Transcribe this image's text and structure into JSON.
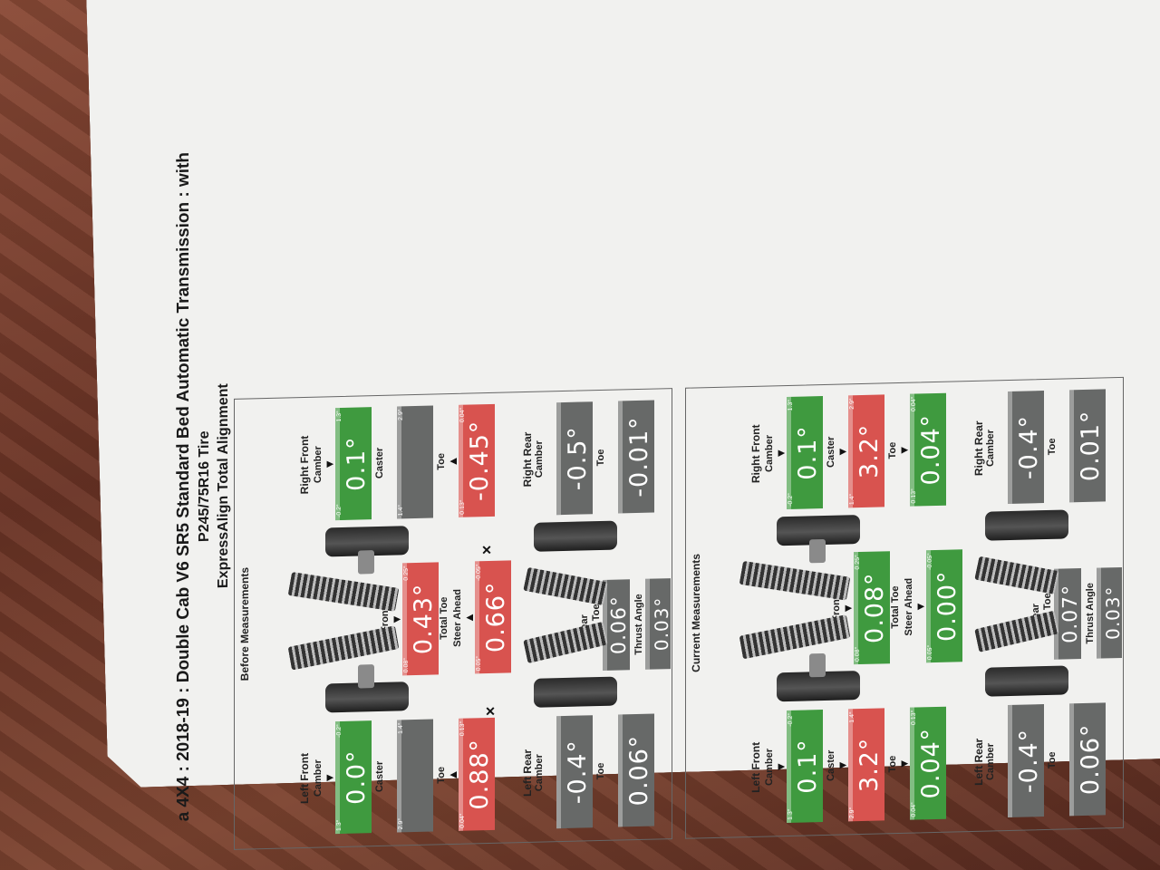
{
  "header": {
    "title": "a 4X4 : 2018-19 : Double Cab V6 SR5 Standard Bed Automatic Transmission : with",
    "tire": "P245/75R16 Tire",
    "subtitle": "ExpressAlign Total Alignment"
  },
  "labels": {
    "camber": "Camber",
    "caster": "Caster",
    "toe": "Toe",
    "total_toe": "Total Toe",
    "steer_ahead": "Steer Ahead",
    "thrust_angle": "Thrust Angle",
    "front": "Front",
    "rear": "Rear",
    "x_mark": "×"
  },
  "before": {
    "title": "Before Measurements",
    "left_front": {
      "title": "Left Front",
      "camber": {
        "value": "0.0°",
        "lo": "1.3°",
        "hi": "-0.2°"
      },
      "caster": {
        "value": "",
        "lo": "2.9°",
        "hi": "1.4°"
      },
      "toe": {
        "value": "0.88°",
        "lo": "0.04°",
        "hi": "0.13°"
      }
    },
    "right_front": {
      "title": "Right Front",
      "camber": {
        "value": "0.1°",
        "lo": "-0.2°",
        "hi": "1.3°"
      },
      "caster": {
        "value": "",
        "lo": "1.4°",
        "hi": "2.9°"
      },
      "toe": {
        "value": "-0.45°",
        "lo": "0.13°",
        "hi": "0.04°"
      }
    },
    "left_rear": {
      "title": "Left Rear",
      "camber": {
        "value": "-0.4°"
      },
      "toe": {
        "value": "0.06°"
      }
    },
    "right_rear": {
      "title": "Right Rear",
      "camber": {
        "value": "-0.5°"
      },
      "toe": {
        "value": "-0.01°"
      }
    },
    "front_total_toe": {
      "value": "0.43°",
      "lo": "0.08°",
      "hi": "0.25°"
    },
    "steer_ahead": {
      "value": "0.66°",
      "lo": "0.05°",
      "hi": "-0.05°"
    },
    "rear_total_toe": {
      "value": "0.06°"
    },
    "thrust_angle": {
      "value": "0.03°"
    }
  },
  "current": {
    "title": "Current Measurements",
    "left_front": {
      "title": "Left Front",
      "camber": {
        "value": "0.1°",
        "lo": "1.3°",
        "hi": "-0.2°"
      },
      "caster": {
        "value": "3.2°",
        "lo": "2.9°",
        "hi": "1.4°"
      },
      "toe": {
        "value": "0.04°",
        "lo": "0.04°",
        "hi": "0.13°"
      }
    },
    "right_front": {
      "title": "Right Front",
      "camber": {
        "value": "0.1°",
        "lo": "-0.2°",
        "hi": "1.3°"
      },
      "caster": {
        "value": "3.2°",
        "lo": "1.4°",
        "hi": "2.9°"
      },
      "toe": {
        "value": "0.04°",
        "lo": "0.13°",
        "hi": "0.04°"
      }
    },
    "left_rear": {
      "title": "Left Rear",
      "camber": {
        "value": "-0.4°"
      },
      "toe": {
        "value": "0.06°"
      }
    },
    "right_rear": {
      "title": "Right Rear",
      "camber": {
        "value": "-0.4°"
      },
      "toe": {
        "value": "0.01°"
      }
    },
    "front_total_toe": {
      "value": "0.08°",
      "lo": "0.08°",
      "hi": "0.25°"
    },
    "steer_ahead": {
      "value": "0.00°",
      "lo": "0.05°",
      "hi": "-0.05°"
    },
    "rear_total_toe": {
      "value": "0.07°"
    },
    "thrust_angle": {
      "value": "0.03°"
    }
  },
  "colors": {
    "in_spec": "#3f9a3f",
    "out_of_spec": "#d8534f",
    "no_spec": "#676968",
    "paper": "#f1f1ef"
  }
}
